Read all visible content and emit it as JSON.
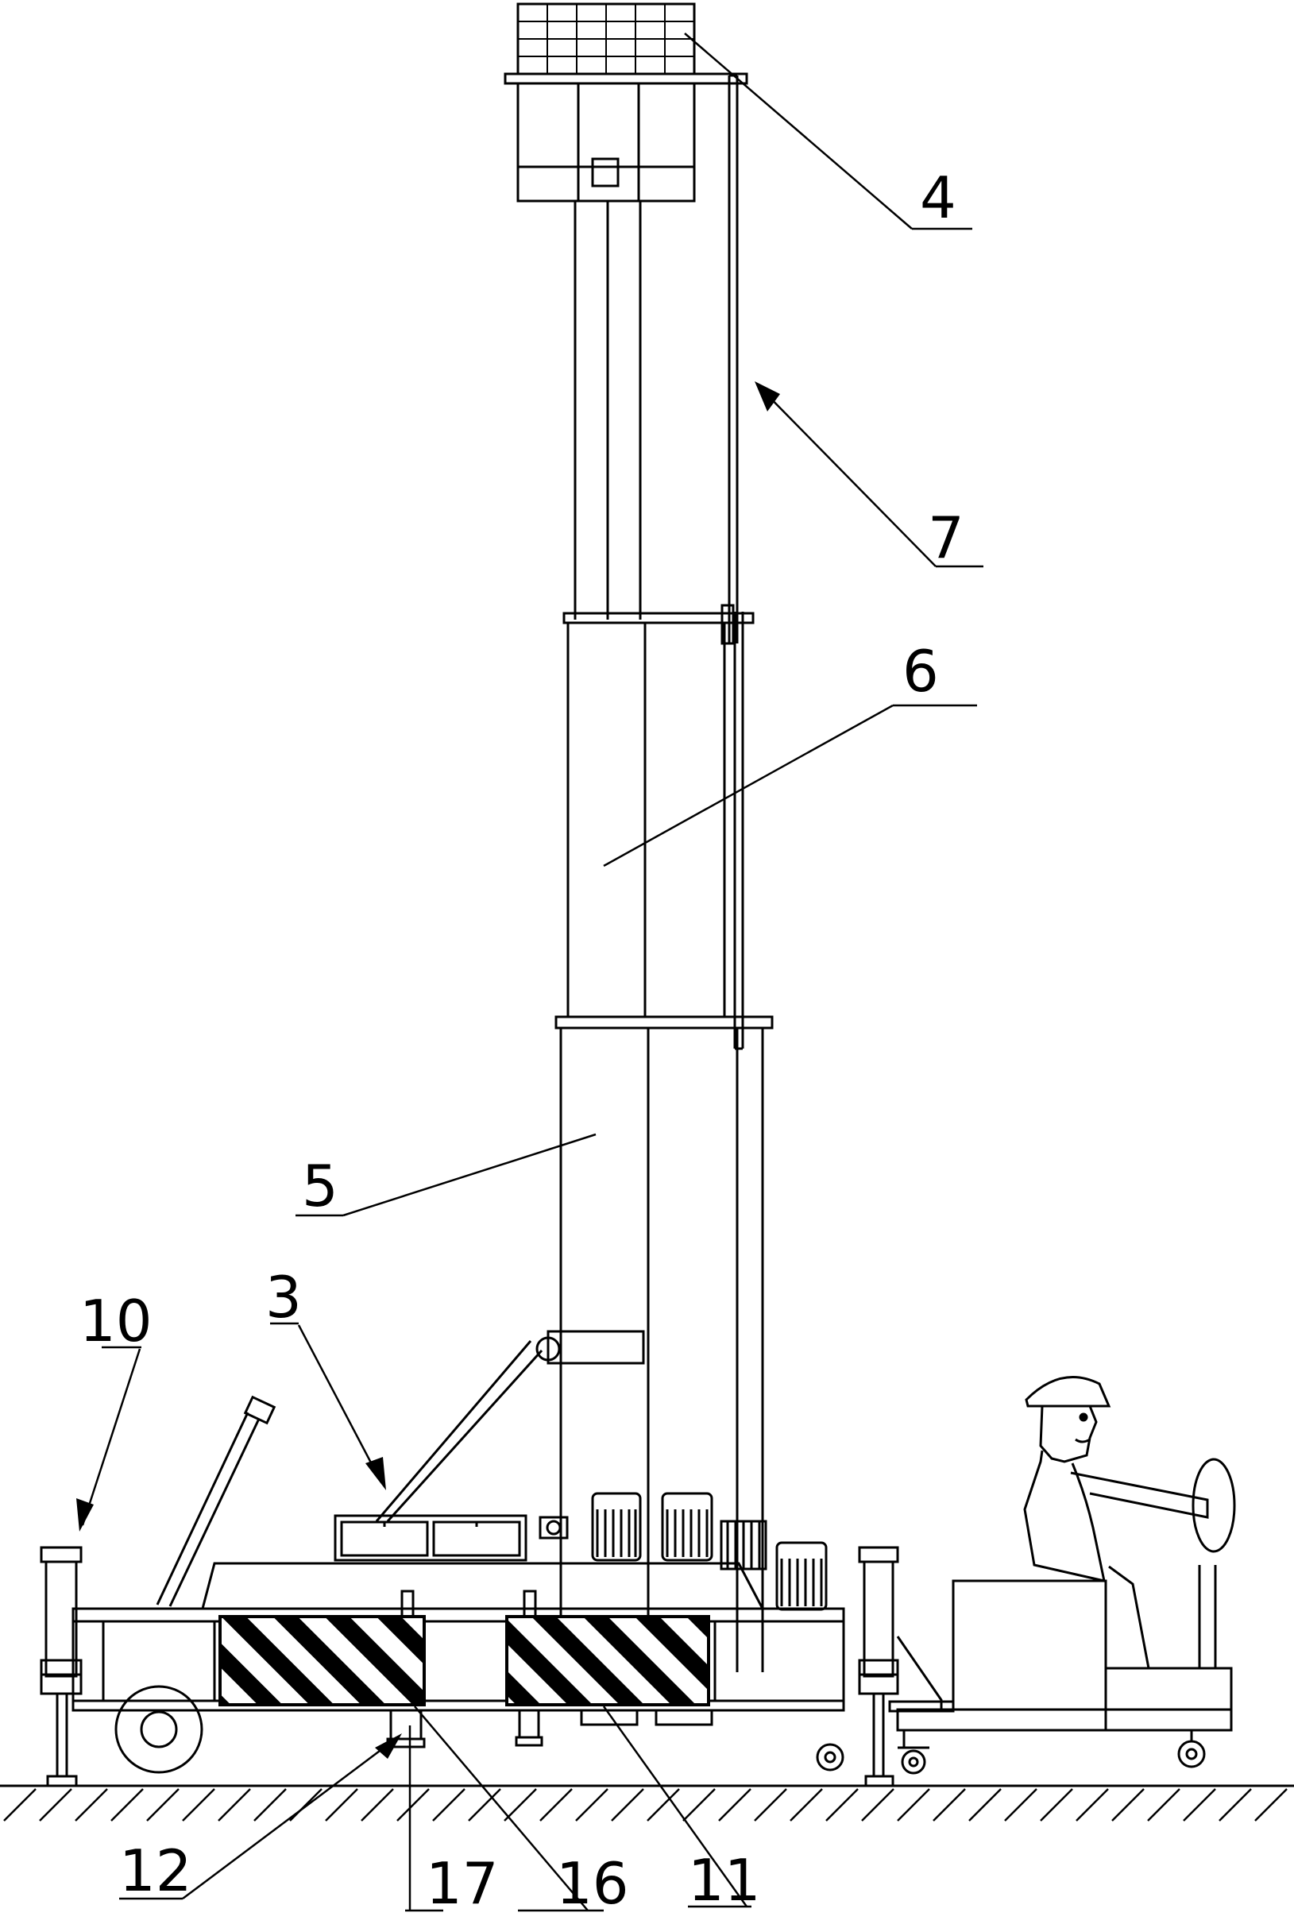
{
  "figure": {
    "background": "#ffffff",
    "ink": "#000000",
    "labels": {
      "l3": "3",
      "l4": "4",
      "l5": "5",
      "l6": "6",
      "l7": "7",
      "l10": "10",
      "l11": "11",
      "l12": "12",
      "l16": "16",
      "l17": "17"
    }
  }
}
